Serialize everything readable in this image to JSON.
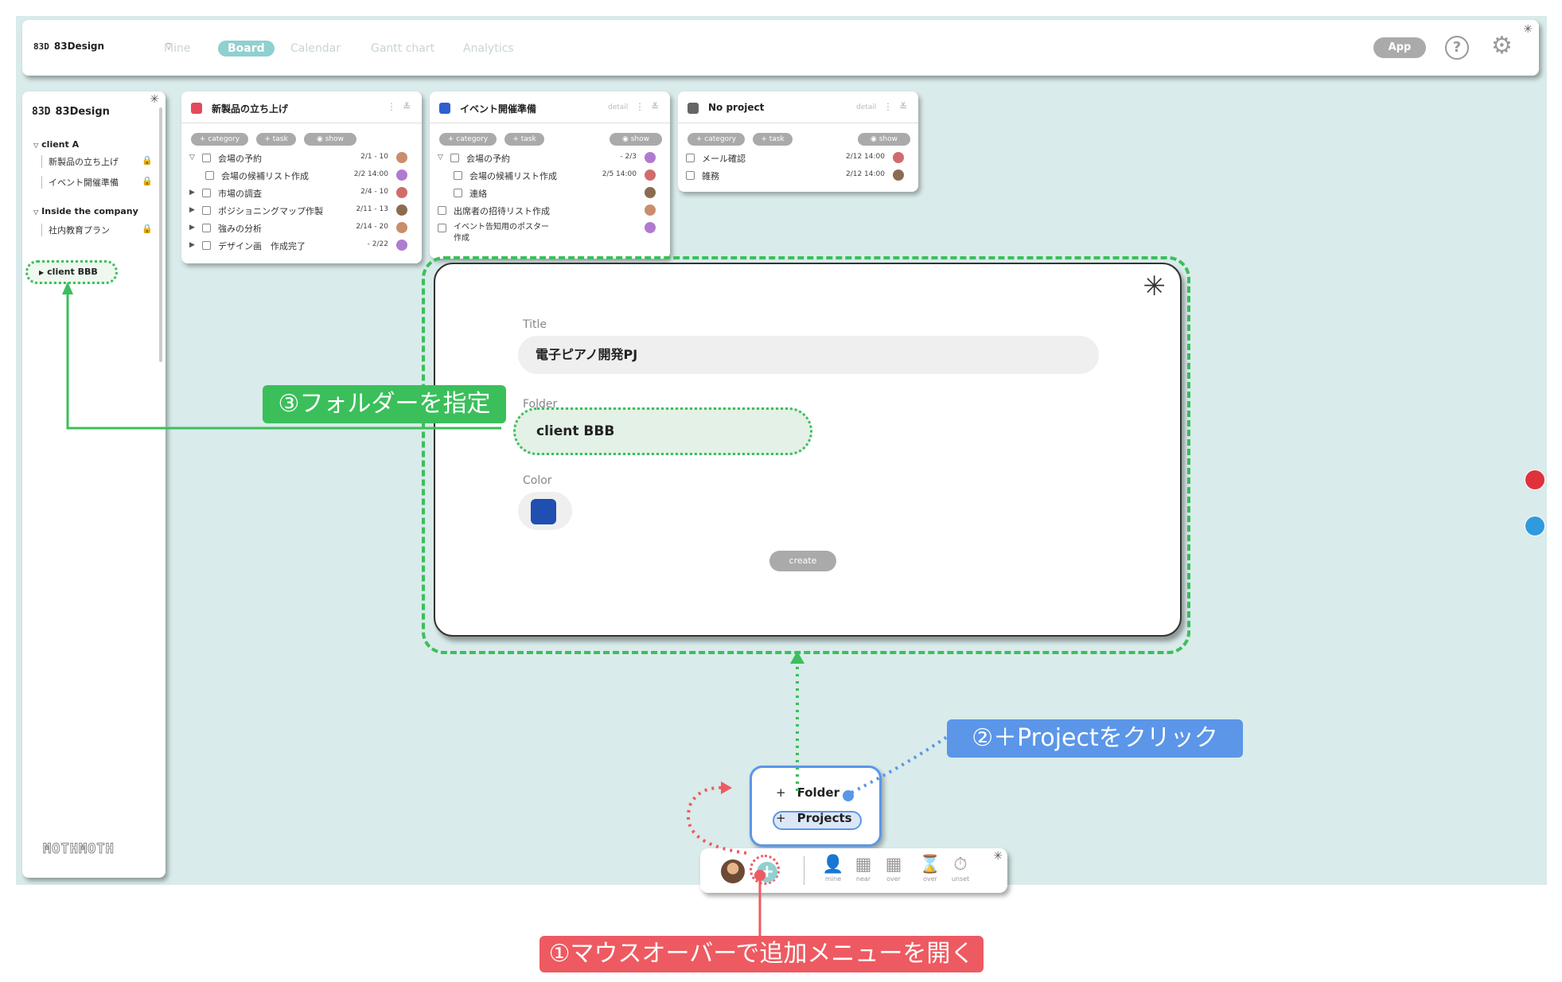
{
  "header": {
    "logo_mark": "83D",
    "logo_name": "83Design",
    "nav": [
      "Mine",
      "Board",
      "Calendar",
      "Gantt chart",
      "Analytics"
    ],
    "app_label": "App",
    "help_label": "?"
  },
  "sidebar": {
    "logo_mark": "83D",
    "logo_name": "83Design",
    "folders": [
      {
        "name": "client A",
        "items": [
          "新製品の立ち上げ",
          "イベント開催準備"
        ]
      },
      {
        "name": "Inside the company",
        "items": [
          "社内教育プラン"
        ]
      }
    ],
    "selected_folder": "client BBB",
    "footer": "MOTHMOTH"
  },
  "cards": [
    {
      "title": "新製品の立ち上げ",
      "color": "#e24a5a",
      "pills": [
        "+ category",
        "+ task",
        "show"
      ],
      "rows": [
        {
          "label": "会場の予約",
          "date": "2/1 - 10",
          "expand": "open",
          "indent": 0
        },
        {
          "label": "会場の候補リスト作成",
          "date": "2/2  14:00",
          "expand": "",
          "indent": 1
        },
        {
          "label": "市場の調査",
          "date": "2/4 - 10",
          "expand": "closed",
          "indent": 0
        },
        {
          "label": "ポジショニングマップ作製",
          "date": "2/11 - 13",
          "expand": "closed",
          "indent": 0
        },
        {
          "label": "強みの分析",
          "date": "2/14 - 20",
          "expand": "closed",
          "indent": 0
        },
        {
          "label": "デザイン画　作成完了",
          "date": "- 2/22",
          "expand": "closed",
          "indent": 0
        }
      ]
    },
    {
      "title": "イベント開催準備",
      "color": "#2f5fd0",
      "detail": "detail",
      "pills": [
        "+ category",
        "+ task",
        "show"
      ],
      "rows": [
        {
          "label": "会場の予約",
          "date": "- 2/3",
          "expand": "open",
          "indent": 0
        },
        {
          "label": "会場の候補リスト作成",
          "date": "2/5  14:00",
          "expand": "",
          "indent": 1
        },
        {
          "label": "連絡",
          "date": "",
          "expand": "",
          "indent": 1
        },
        {
          "label": "出席者の招待リスト作成",
          "date": "",
          "expand": "",
          "indent": -1
        },
        {
          "label": "イベント告知用のポスター",
          "label2": "作成",
          "date": "",
          "expand": "",
          "indent": -1
        }
      ]
    },
    {
      "title": "No project",
      "color": "#666666",
      "detail": "detail",
      "pills": [
        "+ category",
        "+ task",
        "show"
      ],
      "rows": [
        {
          "label": "メール確認",
          "date": "2/12  14:00",
          "expand": "",
          "indent": -1
        },
        {
          "label": "雑務",
          "date": "2/12  14:00",
          "expand": "",
          "indent": -1
        }
      ]
    }
  ],
  "modal": {
    "close_icon": "asterisk-close-icon",
    "title_label": "Title",
    "title_value": "電子ピアノ開発PJ",
    "folder_label": "Folder",
    "folder_value": "client BBB",
    "color_label": "Color",
    "color_value": "#1f4fb0",
    "create_label": "create"
  },
  "add_menu": {
    "folder_label": "Folder",
    "projects_label": "Projects"
  },
  "bottom_bar": {
    "icons": [
      {
        "glyph": "👤",
        "label": "mine"
      },
      {
        "glyph": "📅",
        "label": "near"
      },
      {
        "glyph": "📅",
        "label": "over"
      },
      {
        "glyph": "⌛",
        "label": "over"
      },
      {
        "glyph": "⏱",
        "label": "unset"
      }
    ]
  },
  "callouts": {
    "step1": "①マウスオーバーで追加メニューを開く",
    "step2": "②＋Projectをクリック",
    "step3": "③フォルダーを指定"
  },
  "side_dots": [
    "#e0323c",
    "#2f9bde"
  ]
}
